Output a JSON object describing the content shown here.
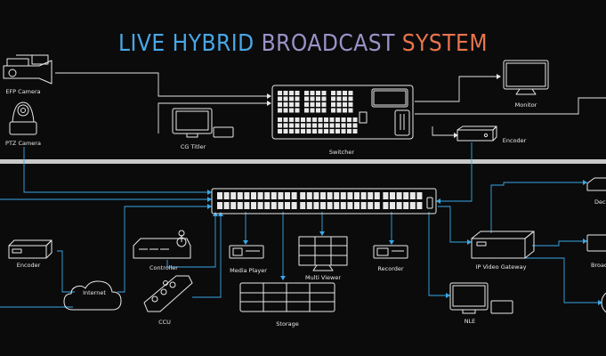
{
  "title": {
    "part1": "LIVE HYBRID ",
    "part2": "BROADCAST ",
    "part3": "SYSTEM"
  },
  "colors": {
    "title_part1": "#49a7e6",
    "title_part2": "#9a92c6",
    "title_part3": "#e8754b",
    "line_white": "#e8e8e8",
    "line_blue": "#3aa7e6",
    "divider": "#c9c9c9"
  },
  "labels": {
    "efp_camera": "EFP Camera",
    "ptz_camera": "PTZ Camera",
    "cg_titler": "CG Titler",
    "switcher": "Switcher",
    "monitor": "Monitor",
    "encoder_top": "Encoder",
    "encoder_left": "Encoder",
    "controller": "Controller",
    "internet": "Internet",
    "ccu": "CCU",
    "media_player": "Media Player",
    "multi_viewer": "Multi Viewer",
    "storage": "Storage",
    "recorder": "Recorder",
    "ip_video_gateway": "IP Video Gateway",
    "nle": "NLE",
    "deco_cut": "Dec",
    "broad_cut": "Broad"
  }
}
